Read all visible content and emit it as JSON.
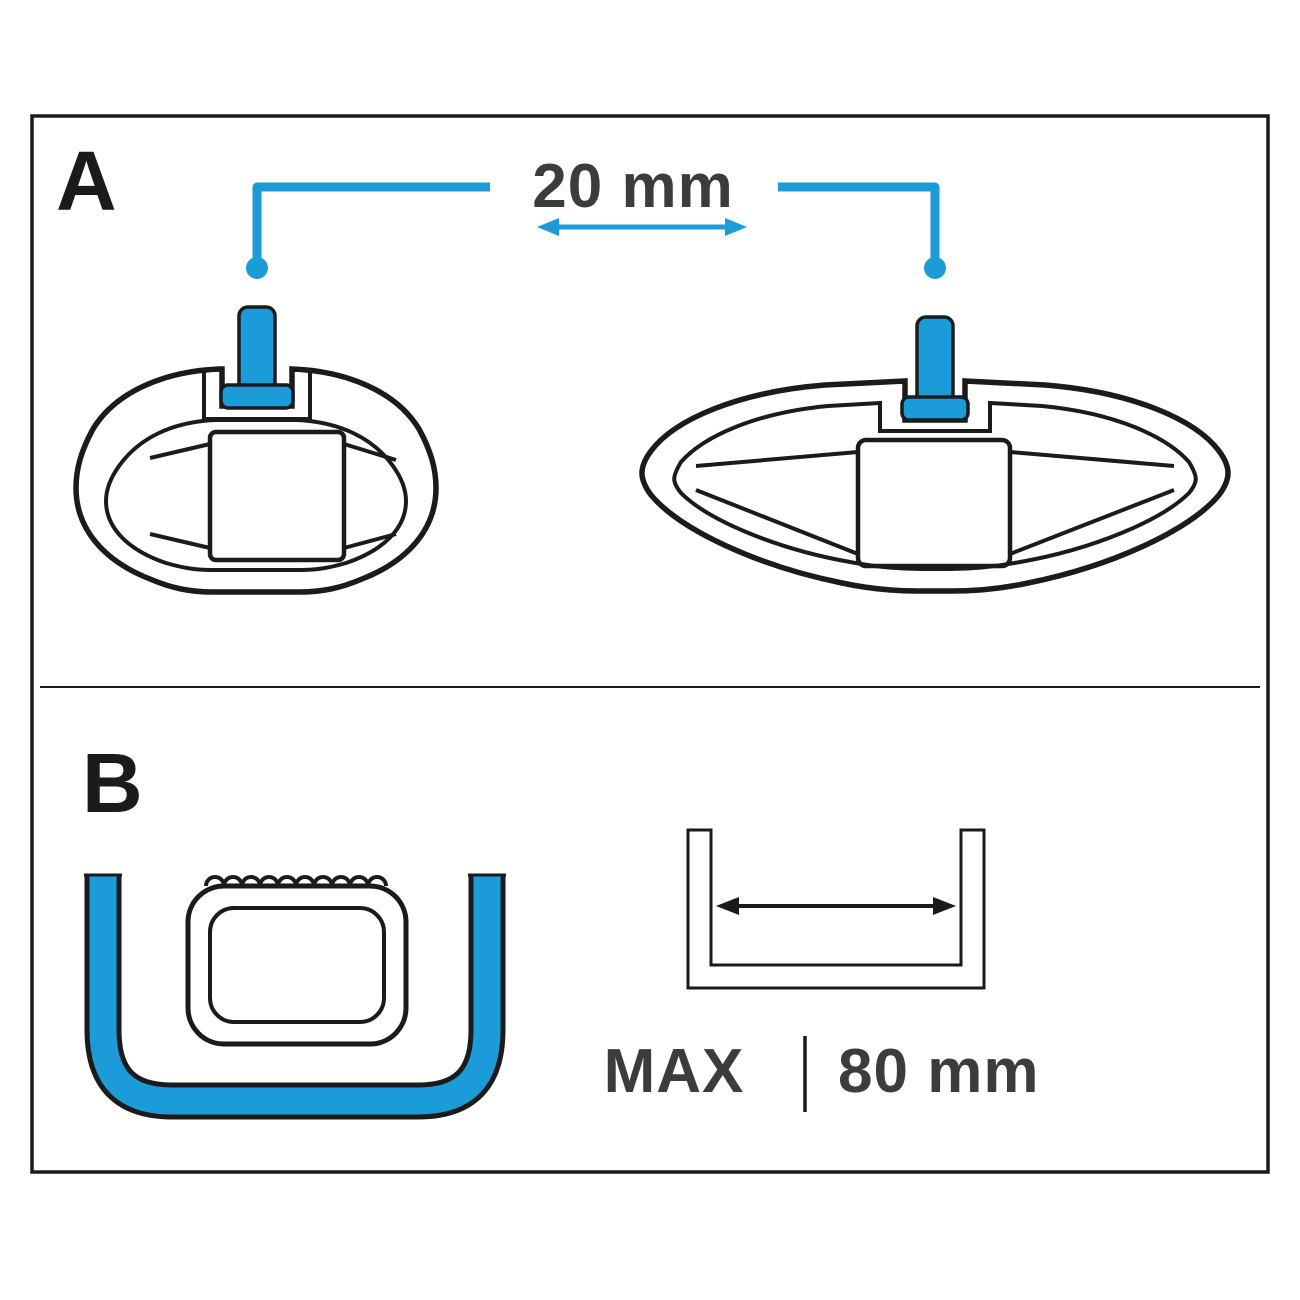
{
  "labels": {
    "section_a": "A",
    "section_b": "B",
    "spacing_dimension": "20 mm",
    "max_label": "MAX",
    "max_width": "80 mm"
  },
  "colors": {
    "accent_blue": "#1b9cd8",
    "outline": "#1b1b1b",
    "dim_text": "#3c3c3c"
  }
}
